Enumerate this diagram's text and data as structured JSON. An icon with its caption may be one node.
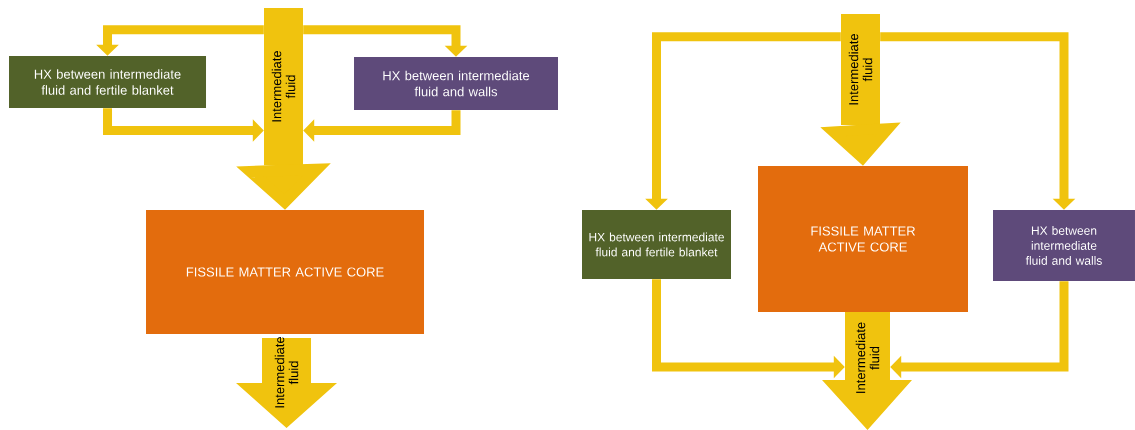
{
  "diagram": {
    "nodes": [
      {
        "text": [
          "Intermediate fluid"
        ]
      },
      {
        "text": [
          "HX between intermediate fluid and fertile blanket"
        ]
      },
      {
        "text": [
          "HX between intermediate fluid and walls"
        ]
      },
      {
        "text": [
          "FISSILE MATTER ACTIVE CORE"
        ]
      },
      {
        "text": [
          "Intermediate fluid"
        ]
      },
      {
        "text": [
          "Intermediate fluid"
        ]
      },
      {
        "text": [
          "HX between intermediate fluid and fertile blanket"
        ]
      },
      {
        "text": [
          "FISSILE MATTER ACTIVE CORE"
        ]
      },
      {
        "text": [
          "HX between intermediate fluid and walls"
        ]
      },
      {
        "text": [
          "Intermediate fluid"
        ]
      }
    ],
    "edges": [
      {
        "from": 0,
        "to": 1,
        "arrow": "to"
      },
      {
        "from": 0,
        "to": 2,
        "arrow": "to"
      },
      {
        "from": 1,
        "to": 0,
        "arrow": "to"
      },
      {
        "from": 2,
        "to": 0,
        "arrow": "to"
      },
      {
        "from": 5,
        "to": 6,
        "arrow": "to"
      },
      {
        "from": 5,
        "to": 8,
        "arrow": "to"
      },
      {
        "from": 6,
        "to": 9,
        "arrow": "to"
      },
      {
        "from": 8,
        "to": 9,
        "arrow": "to"
      },
      {
        "from": 0,
        "to": 3,
        "arrow": "to",
        "style": "thick"
      },
      {
        "from": 5,
        "to": 7,
        "arrow": "to",
        "style": "thick"
      }
    ]
  }
}
